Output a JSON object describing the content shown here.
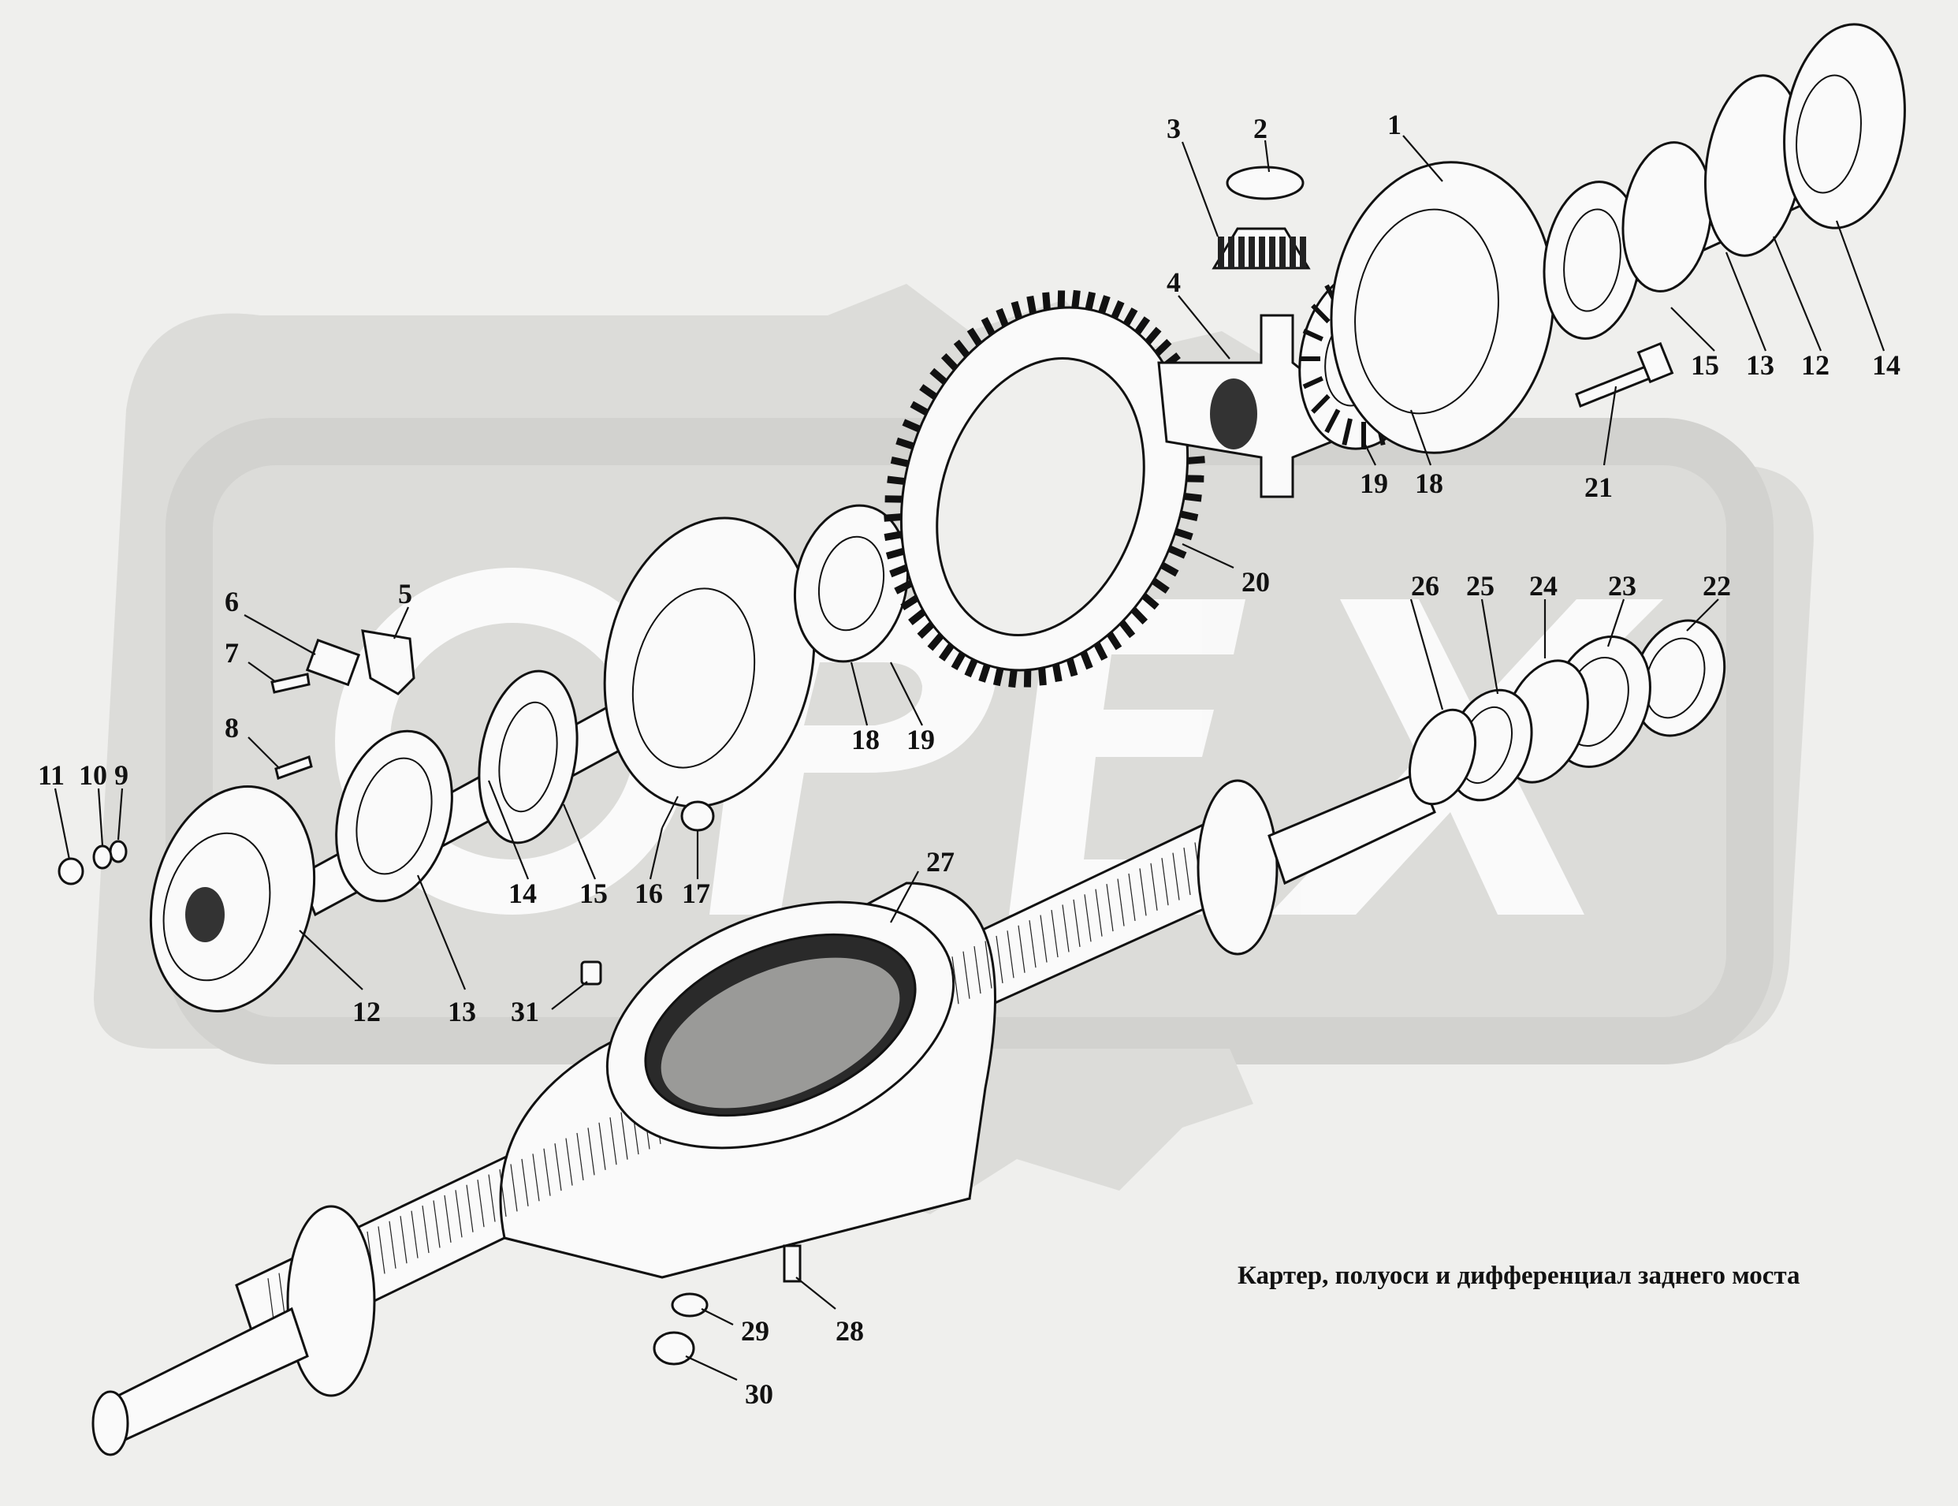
{
  "caption": "Картер, полуоси и дифференциал заднего моста",
  "colors": {
    "background": "#efefed",
    "watermark": "#d9d9d6",
    "ink": "#111111"
  },
  "watermark": {
    "text": "ОРЕХ",
    "icon": "gear-logo"
  },
  "callouts": [
    {
      "id": "c1",
      "text": "1"
    },
    {
      "id": "c2",
      "text": "2"
    },
    {
      "id": "c3",
      "text": "3"
    },
    {
      "id": "c4",
      "text": "4"
    },
    {
      "id": "c5",
      "text": "5"
    },
    {
      "id": "c6",
      "text": "6"
    },
    {
      "id": "c7",
      "text": "7"
    },
    {
      "id": "c8",
      "text": "8"
    },
    {
      "id": "c9",
      "text": "9"
    },
    {
      "id": "c10",
      "text": "10"
    },
    {
      "id": "c11",
      "text": "11"
    },
    {
      "id": "c12a",
      "text": "12"
    },
    {
      "id": "c12b",
      "text": "12"
    },
    {
      "id": "c13a",
      "text": "13"
    },
    {
      "id": "c13b",
      "text": "13"
    },
    {
      "id": "c14a",
      "text": "14"
    },
    {
      "id": "c14b",
      "text": "14"
    },
    {
      "id": "c15a",
      "text": "15"
    },
    {
      "id": "c15b",
      "text": "15"
    },
    {
      "id": "c16",
      "text": "16"
    },
    {
      "id": "c17",
      "text": "17"
    },
    {
      "id": "c18a",
      "text": "18"
    },
    {
      "id": "c18b",
      "text": "18"
    },
    {
      "id": "c19a",
      "text": "19"
    },
    {
      "id": "c19b",
      "text": "19"
    },
    {
      "id": "c20",
      "text": "20"
    },
    {
      "id": "c21",
      "text": "21"
    },
    {
      "id": "c22",
      "text": "22"
    },
    {
      "id": "c23",
      "text": "23"
    },
    {
      "id": "c24",
      "text": "24"
    },
    {
      "id": "c25",
      "text": "25"
    },
    {
      "id": "c26",
      "text": "26"
    },
    {
      "id": "c27",
      "text": "27"
    },
    {
      "id": "c28",
      "text": "28"
    },
    {
      "id": "c29",
      "text": "29"
    },
    {
      "id": "c30",
      "text": "30"
    },
    {
      "id": "c31",
      "text": "31"
    }
  ]
}
